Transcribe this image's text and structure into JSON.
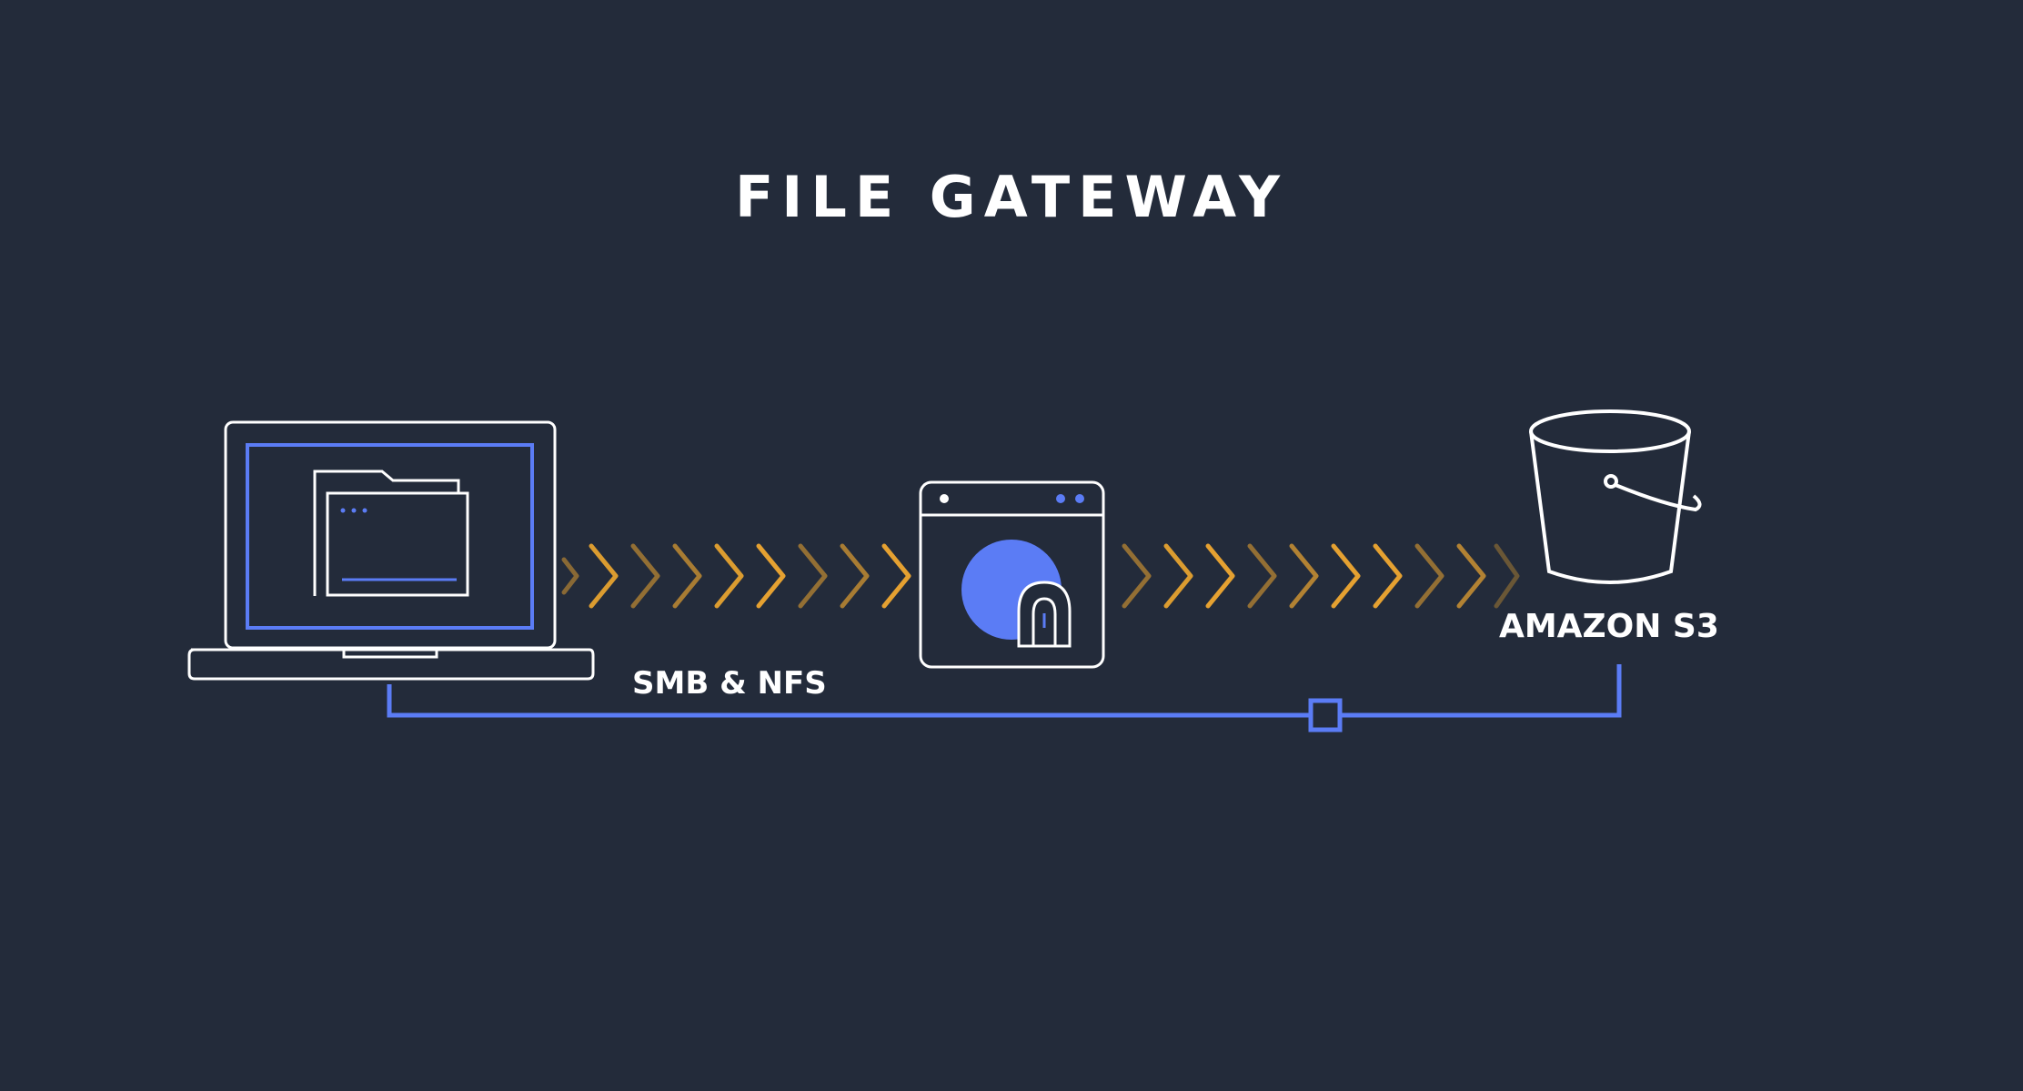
{
  "title": "FILE GATEWAY",
  "labels": {
    "storage": "AMAZON S3",
    "protocols": "SMB & NFS"
  },
  "colors": {
    "background": "#232b3a",
    "line": "#ffffff",
    "accent_blue": "#5b7cf5",
    "chevron_orange": "#f0a830"
  },
  "icons": [
    "laptop-icon",
    "folder-icon",
    "file-gateway-appliance-icon",
    "s3-bucket-icon"
  ]
}
